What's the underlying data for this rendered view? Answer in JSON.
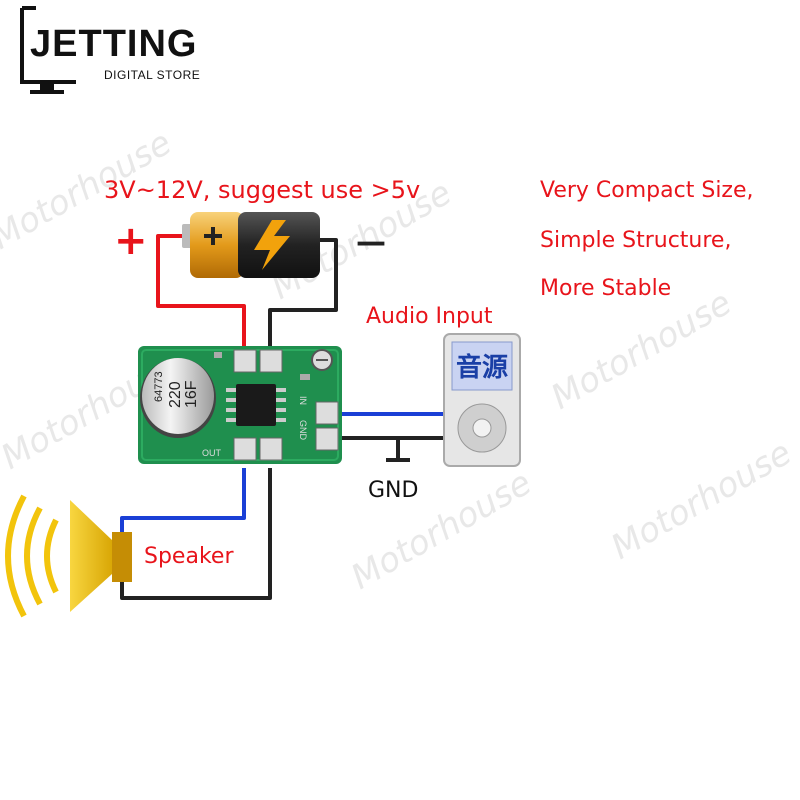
{
  "brand": {
    "name": "JETTING",
    "tagline": "DIGITAL STORE"
  },
  "diagram": {
    "voltage_note": "3V~12V, suggest use >5v",
    "plus_sign": "+",
    "minus_sign": "—",
    "features": [
      "Very Compact Size,",
      "Simple Structure,",
      "More Stable"
    ],
    "audio_input_label": "Audio Input",
    "audio_source_glyph": "音源",
    "gnd_label": "GND",
    "speaker_label": "Speaker",
    "capacitor_text": [
      "64773",
      "220",
      "16F"
    ],
    "pcb_labels": {
      "gnd": "GND",
      "in": "IN",
      "out": "OUT"
    },
    "watermark": "Motorhouse"
  },
  "colors": {
    "red_wire": "#e8141b",
    "blue_wire": "#1a3fd6",
    "black_wire": "#222222",
    "pcb_green": "#1f8f4e",
    "battery_gold": "#e39a1a",
    "speaker_yellow": "#f2c40c"
  }
}
